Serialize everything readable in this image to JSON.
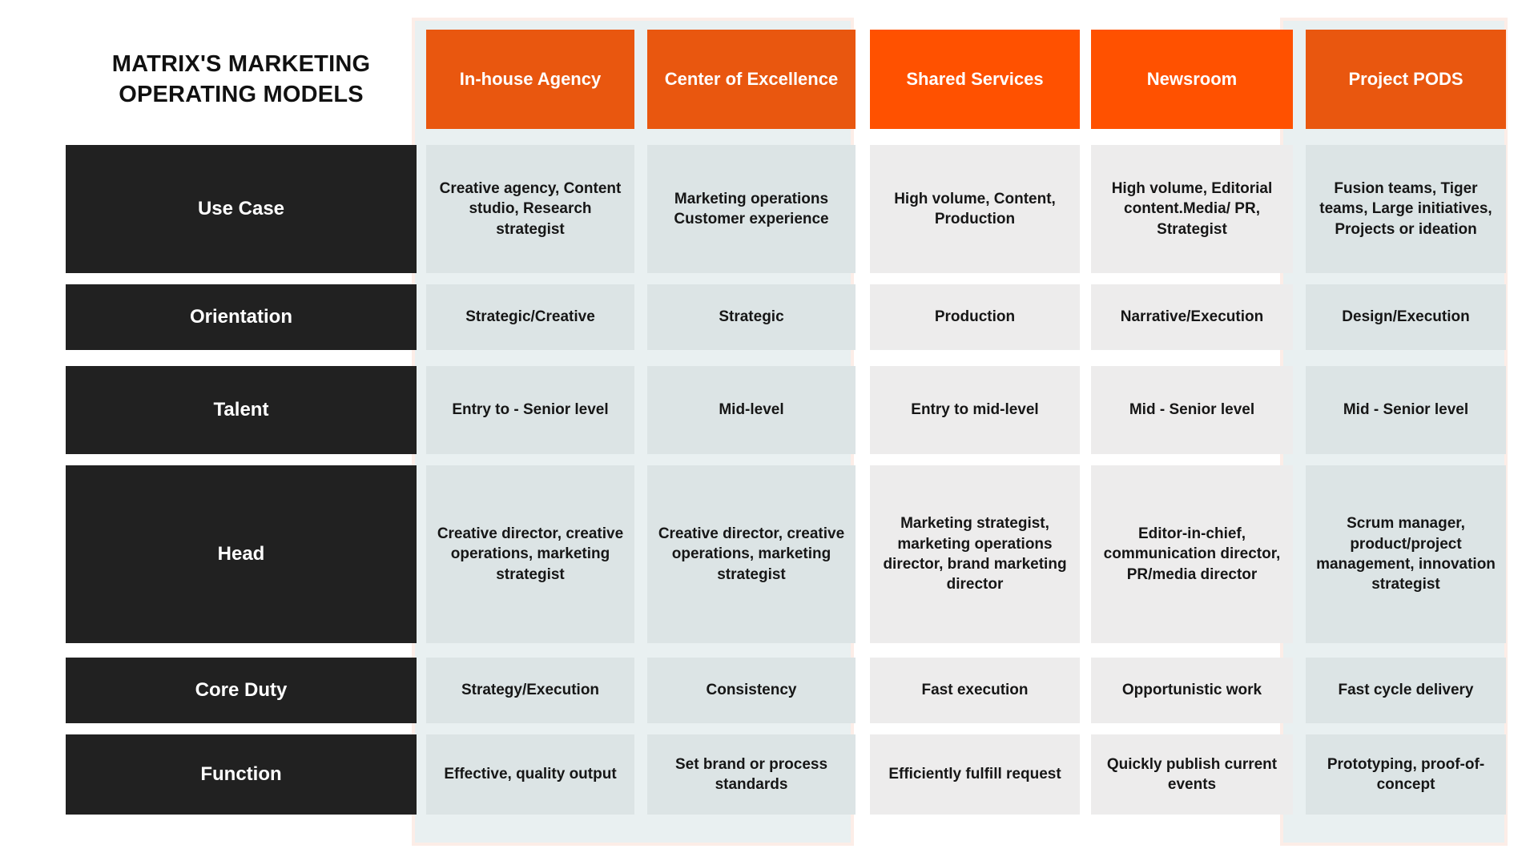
{
  "title": "MATRIX'S MARKETING OPERATING MODELS",
  "colors": {
    "orange_deep": "#E9570F",
    "orange_bright": "#FF5100",
    "row_label_bg": "#212121",
    "cell_blue": "#DCE4E5",
    "cell_grey": "#EDECEC",
    "panel_bg": "#E9F0F1",
    "panel_border": "#FCEDE7"
  },
  "columns": [
    {
      "label": "In-house Agency",
      "tone": "blue",
      "accent": "orange_deep"
    },
    {
      "label": "Center of Excellence",
      "tone": "blue",
      "accent": "orange_deep"
    },
    {
      "label": "Shared Services",
      "tone": "grey",
      "accent": "orange_bright"
    },
    {
      "label": "Newsroom",
      "tone": "grey",
      "accent": "orange_bright"
    },
    {
      "label": "Project PODS",
      "tone": "blue",
      "accent": "orange_deep"
    }
  ],
  "rows": [
    {
      "label": "Use Case",
      "cells": [
        "Creative agency, Content studio, Research strategist",
        "Marketing operations Customer experience",
        "High volume, Content, Production",
        "High volume, Editorial content.Media/ PR, Strategist",
        "Fusion teams, Tiger teams, Large initiatives, Projects or ideation"
      ]
    },
    {
      "label": "Orientation",
      "cells": [
        "Strategic/Creative",
        "Strategic",
        "Production",
        "Narrative/Execution",
        "Design/Execution"
      ]
    },
    {
      "label": "Talent",
      "cells": [
        "Entry to - Senior level",
        "Mid-level",
        "Entry to mid-level",
        "Mid - Senior level",
        "Mid - Senior level"
      ]
    },
    {
      "label": "Head",
      "cells": [
        "Creative director, creative operations, marketing strategist",
        "Creative director, creative operations, marketing strategist",
        "Marketing strategist, marketing operations director, brand marketing director",
        "Editor-in-chief, communication director, PR/media director",
        "Scrum manager, product/project management, innovation strategist"
      ]
    },
    {
      "label": "Core Duty",
      "cells": [
        "Strategy/Execution",
        "Consistency",
        "Fast execution",
        "Opportunistic work",
        "Fast cycle delivery"
      ]
    },
    {
      "label": "Function",
      "cells": [
        "Effective, quality output",
        "Set brand or process standards",
        "Efficiently fulfill request",
        "Quickly publish current events",
        "Prototyping, proof-of-concept"
      ]
    }
  ]
}
